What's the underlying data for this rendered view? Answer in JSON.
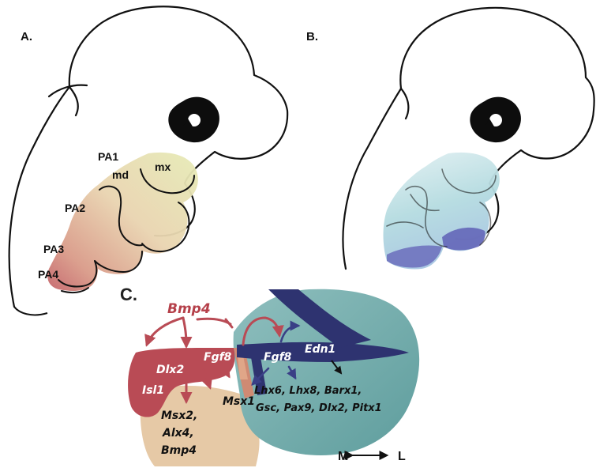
{
  "panels": {
    "a_label": "A.",
    "b_label": "B.",
    "c_label": "C."
  },
  "panel_a": {
    "arches": [
      "PA1",
      "md",
      "mx",
      "PA2",
      "PA3",
      "PA4"
    ]
  },
  "panel_c": {
    "signal_top": "Bmp4",
    "genes": {
      "dlx2": "Dlx2",
      "isl1": "Isl1",
      "fgf8_left": "Fgf8",
      "fgf8_right": "Fgf8",
      "edn1": "Edn1",
      "msx1": "Msx1",
      "msx2": "Msx2,",
      "alx4": "Alx4,",
      "bmp4_bottom": "Bmp4",
      "lateral_line1": "Lhx6, Lhx8, Barx1,",
      "lateral_line2": "Gsc, Pax9, Dlx2, Pitx1"
    },
    "axis": {
      "medial": "M",
      "lateral": "L"
    }
  },
  "colors": {
    "medial_red": "#b94b55",
    "tan": "#e6c9a6",
    "teal": "#6fa9a9",
    "navy": "#2e3370",
    "md_yellow": "#e7eab7",
    "pa_blue": "#6466b8"
  }
}
